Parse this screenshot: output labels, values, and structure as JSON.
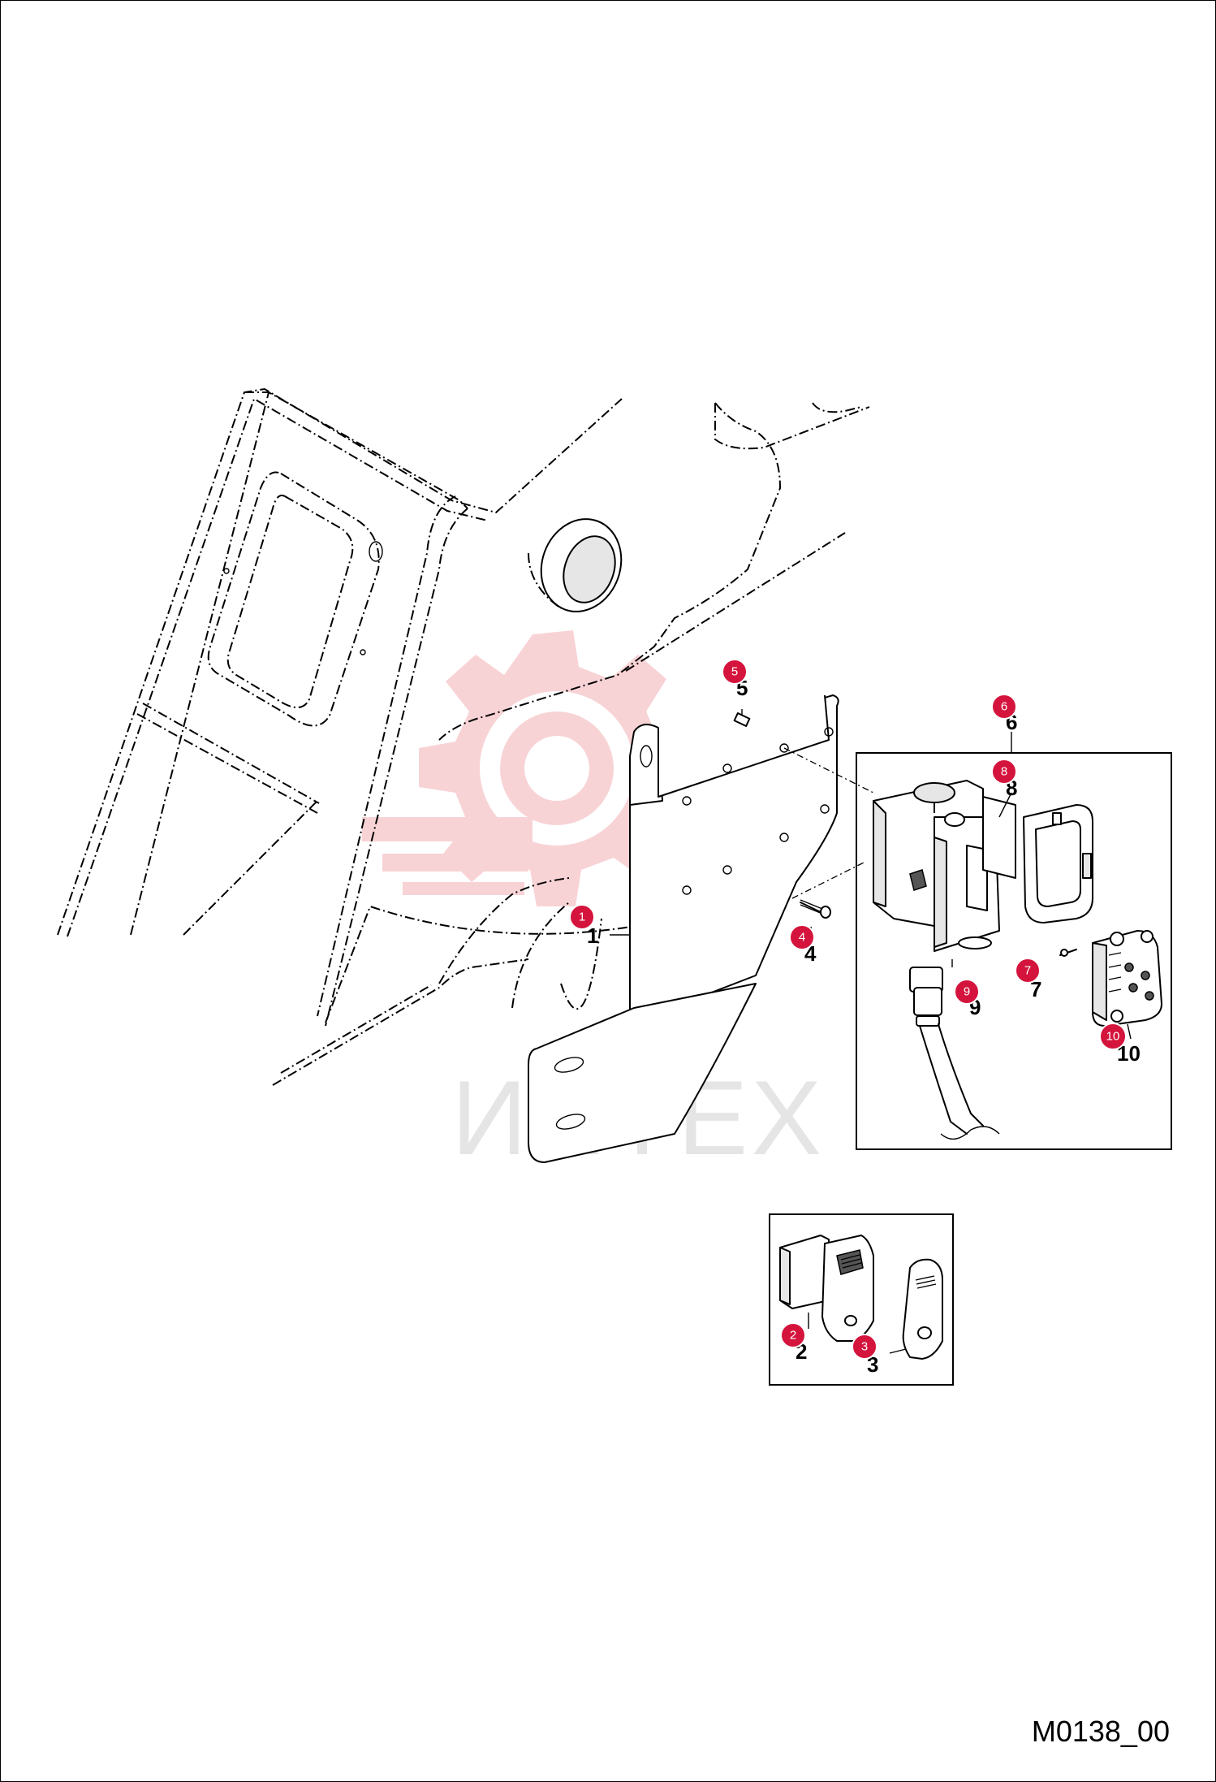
{
  "drawing": {
    "code": "M0138_00",
    "watermark_text": "ИНТЕХ"
  },
  "callouts": [
    {
      "id": "1",
      "label": "1"
    },
    {
      "id": "2",
      "label": "2"
    },
    {
      "id": "3",
      "label": "3"
    },
    {
      "id": "4",
      "label": "4"
    },
    {
      "id": "5",
      "label": "5"
    },
    {
      "id": "6",
      "label": "6"
    },
    {
      "id": "7",
      "label": "7"
    },
    {
      "id": "8",
      "label": "8"
    },
    {
      "id": "9",
      "label": "9"
    },
    {
      "id": "10",
      "label": "10"
    }
  ],
  "colors": {
    "callout": "#d4143c",
    "watermark": "#f2a8ae"
  }
}
